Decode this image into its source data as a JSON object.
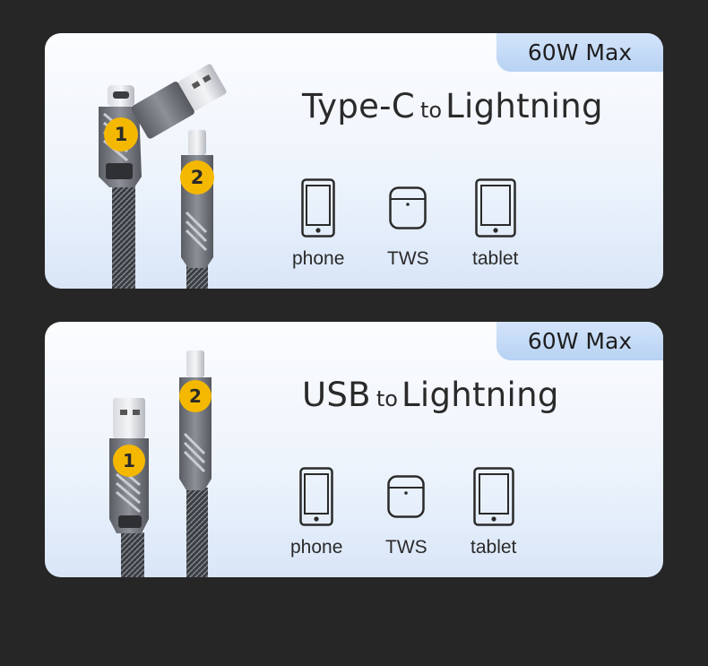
{
  "cards": [
    {
      "badge": "60W Max",
      "title_from": "Type-C",
      "title_to": "to",
      "title_dest": "Lightning",
      "markers": [
        "1",
        "2"
      ],
      "devices": [
        {
          "label": "phone",
          "icon": "phone-icon"
        },
        {
          "label": "TWS",
          "icon": "earbuds-case-icon"
        },
        {
          "label": "tablet",
          "icon": "tablet-icon"
        }
      ]
    },
    {
      "badge": "60W Max",
      "title_from": "USB",
      "title_to": "to",
      "title_dest": "Lightning",
      "markers": [
        "1",
        "2"
      ],
      "devices": [
        {
          "label": "phone",
          "icon": "phone-icon"
        },
        {
          "label": "TWS",
          "icon": "earbuds-case-icon"
        },
        {
          "label": "tablet",
          "icon": "tablet-icon"
        }
      ]
    }
  ],
  "colors": {
    "background": "#262626",
    "marker": "#f5b800",
    "badge": "#bcd5f4"
  }
}
